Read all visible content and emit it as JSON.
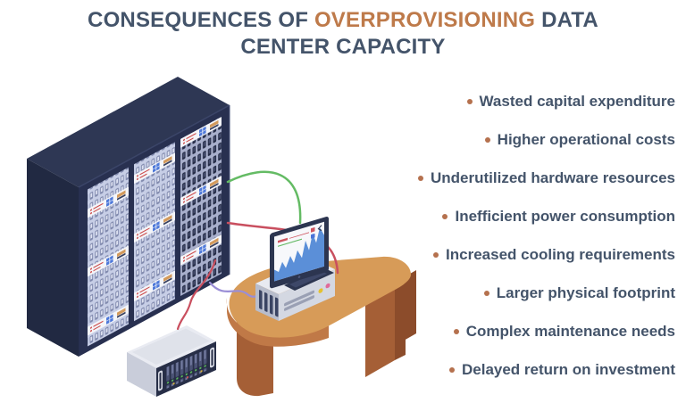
{
  "title": {
    "line1_prefix": "CONSEQUENCES OF",
    "line1_highlight": "OVERPROVISIONING",
    "line1_suffix": "DATA",
    "line2": "CENTER CAPACITY",
    "text_color": "#44546A",
    "highlight_color": "#BE7A4A"
  },
  "consequences": {
    "bullet_color": "#B5714E",
    "items": [
      "Wasted capital expenditure",
      "Higher operational costs",
      "Underutilized hardware resources",
      "Inefficient power consumption",
      "Increased cooling requirements",
      "Larger physical footprint",
      "Complex maintenance needs",
      "Delayed return on investment"
    ]
  },
  "illustration": {
    "description": "Isometric data center scene: large server rack cabinet wired to a monitoring desktop computer on a wooden desk and a floor server unit",
    "colors": {
      "rack_cabinet": "#283050",
      "rack_side": "#212942",
      "rack_top": "#2E3754",
      "desk": "#D79B58",
      "desk_front": "#C07947",
      "desk_legs": "#A55F36",
      "cable_green": "#64BB64",
      "cable_red": "#C94F5F",
      "cable_purple": "#9A8ED6",
      "monitor_frame": "#2C3550",
      "screen_chart_area": "#5B8FD8",
      "pc_case": "#D4D8E2"
    }
  }
}
